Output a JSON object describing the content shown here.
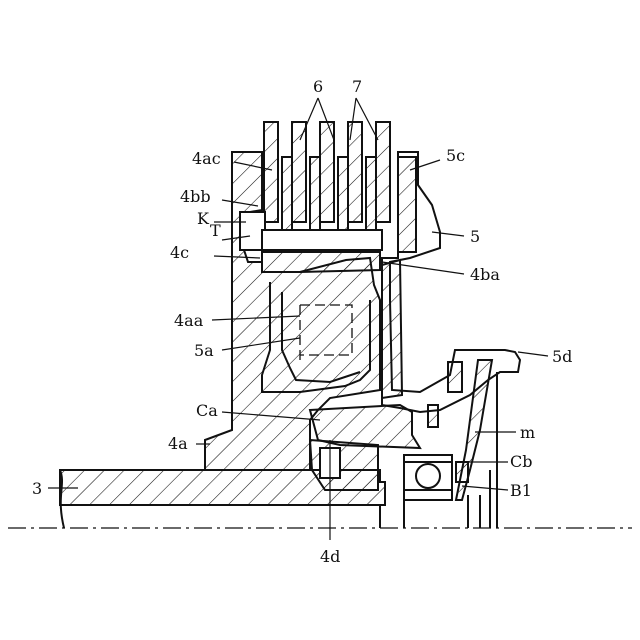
{
  "labels": {
    "l6": "6",
    "l7": "7",
    "l4ac": "4ac",
    "l5c": "5c",
    "l4bb": "4bb",
    "lK": "K",
    "lT": "T",
    "l5": "5",
    "l4c": "4c",
    "l4ba": "4ba",
    "l4aa": "4aa",
    "l5a": "5a",
    "l5d": "5d",
    "lCa": "Ca",
    "lm": "m",
    "l4a": "4a",
    "lCb": "Cb",
    "l3": "3",
    "lB1": "B1",
    "l4d": "4d"
  }
}
